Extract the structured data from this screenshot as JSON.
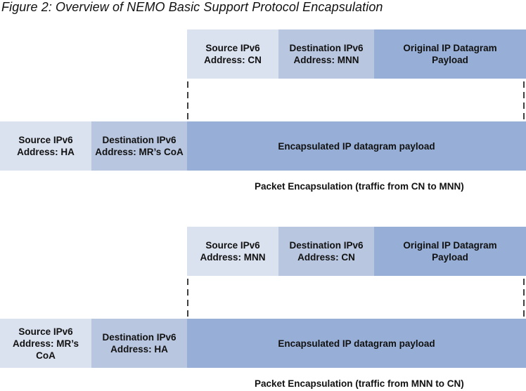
{
  "title": "Figure 2: Overview of NEMO Basic Support Protocol Encapsulation",
  "diagram1": {
    "original": {
      "source": "Source IPv6\nAddress: CN",
      "destination": "Destination IPv6\nAddress: MNN",
      "payload": "Original IP Datagram\nPayload"
    },
    "encapsulated": {
      "source": "Source IPv6\nAddress: HA",
      "destination": "Destination IPv6\nAddress: MR’s CoA",
      "payload": "Encapsulated IP datagram payload"
    },
    "caption": "Packet Encapsulation (traffic from CN to MNN)"
  },
  "diagram2": {
    "original": {
      "source": "Source IPv6\nAddress: MNN",
      "destination": "Destination IPv6\nAddress: CN",
      "payload": "Original IP Datagram\nPayload"
    },
    "encapsulated": {
      "source": "Source IPv6\nAddress: MR’s CoA",
      "destination": "Destination IPv6\nAddress: HA",
      "payload": "Encapsulated IP datagram payload"
    },
    "caption": "Packet Encapsulation (traffic from MNN to CN)"
  },
  "colors": {
    "light": "#dae1ef",
    "mid": "#b8c6e0",
    "dark": "#97afd6"
  }
}
